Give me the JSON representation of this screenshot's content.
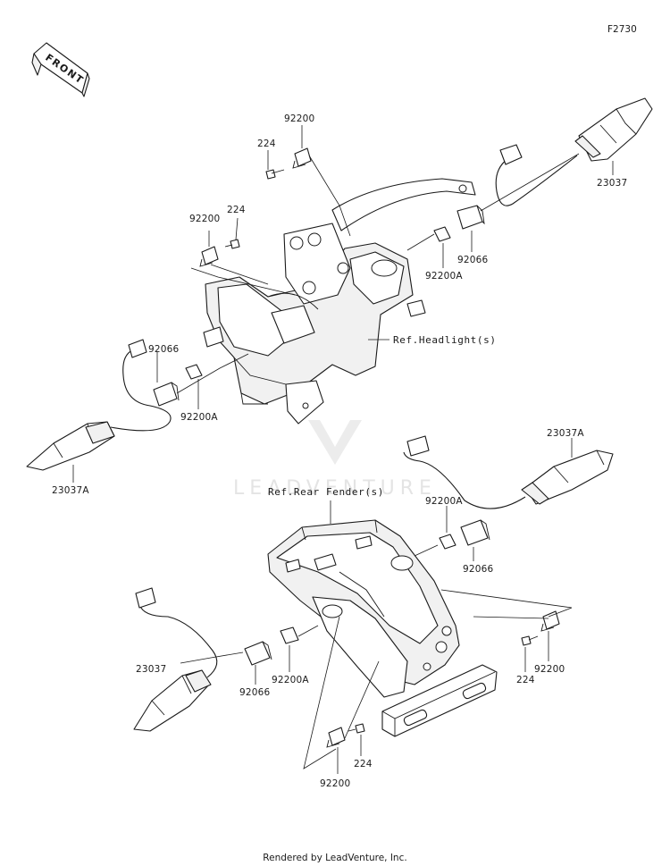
{
  "figure_id": "F2730",
  "front_arrow": "FRONT",
  "watermark": "LEADVENTURE",
  "credit": "Rendered by LeadVenture, Inc.",
  "refs": {
    "headlight": "Ref.Headlight(s)",
    "rear_fender": "Ref.Rear Fender(s)"
  },
  "callouts": {
    "a": "92200",
    "b": "224",
    "c": "224",
    "d": "92200",
    "e": "23037",
    "f": "92066",
    "g": "92200A",
    "h": "92066",
    "i": "92200A",
    "j": "23037A",
    "k": "23037A",
    "l": "92200A",
    "m": "92066",
    "n": "23037",
    "o": "92066",
    "p": "92200A",
    "q": "224",
    "r": "92200",
    "s": "224",
    "t": "92200"
  },
  "colors": {
    "line": "#1a1a1a",
    "watermark": "#e4e4e4"
  }
}
